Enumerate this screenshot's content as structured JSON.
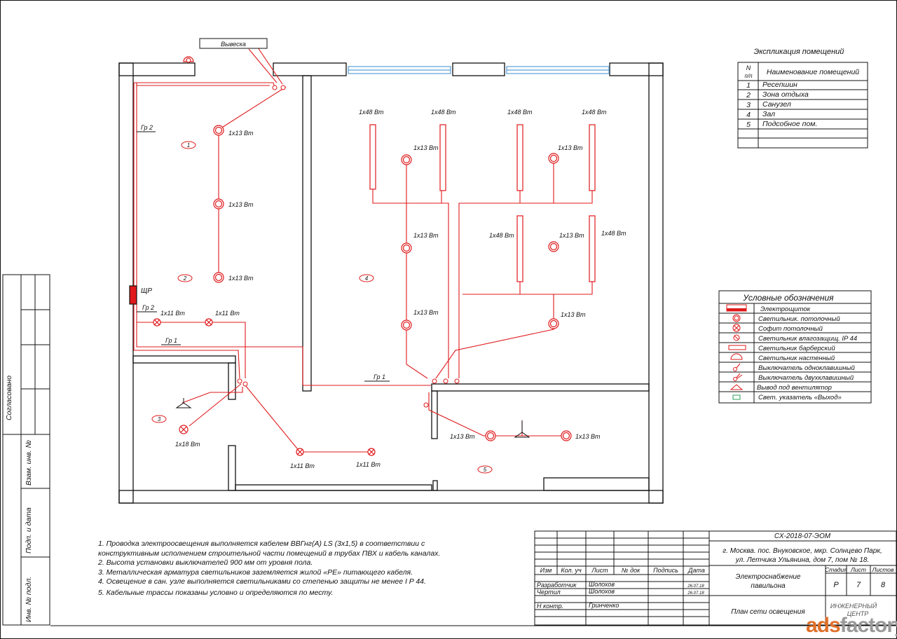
{
  "plan": {
    "signage_label": "Вывеска",
    "panel_label": "ЩР",
    "rooms": [
      "1",
      "2",
      "3",
      "4",
      "5"
    ],
    "groups": {
      "g1": "Гр 1",
      "g2": "Гр 2"
    },
    "fixtures": {
      "w13": "1x13 Вт",
      "w48": "1x48 Вт",
      "w11": "1x11 Вт",
      "w18": "1x18 Вт"
    }
  },
  "explication": {
    "title": "Экспликация помещений",
    "col_n": "N",
    "col_n2": "п/п",
    "col_name": "Наименование помещений",
    "rows": [
      {
        "n": "1",
        "name": "Ресепшин"
      },
      {
        "n": "2",
        "name": "Зона отдыха"
      },
      {
        "n": "3",
        "name": "Санузел"
      },
      {
        "n": "4",
        "name": "Зал"
      },
      {
        "n": "5",
        "name": "Подсобное пом."
      }
    ]
  },
  "legend": {
    "title": "Условные обозначения",
    "items": [
      "Электрощиток",
      "Светильник. потолочный",
      "Софит потолочный",
      "Светильник влагозащищ. IP 44",
      "Светильник барберский",
      "Светильник настенный",
      "Выключатель одноклавишный",
      "Выключатель двухклавишный",
      "Вывод под вентилятор",
      "Свет. указатель «Выход»"
    ]
  },
  "notes": [
    "1. Проводка электроосвещения выполняется кабелем ВВГнг(А) LS (3х1,5) в соответствии с",
    "конструктивным исполнением строительной части помещений в трубах ПВХ и кабель каналах.",
    "2. Высота установки выключателей 900 мм от уровня пола.",
    "3. Металлическая арматура светильников заземляется жилой «PE» питающего кабеля.",
    "4. Освещение в сан. узле выполняется светильниками со степенью защиты не менее I P 44.",
    "5. Кабельные трассы показаны условно и определяются по месту."
  ],
  "side_stamp": {
    "agreed": "Согласовано",
    "replace_inv": "Взам. инв. №",
    "sign_date": "Подп. и дата",
    "inv_orig": "Инв. № подл."
  },
  "title_block": {
    "code": "СХ-2018-07-ЭОМ",
    "address1": "г. Москва. пос. Внуковское, мкр. Солнцево Парк,",
    "address2": "ул. Летчика Ульянина, дом 7, пом № 18.",
    "headers": {
      "izm": "Изм",
      "kol": "Кол. уч",
      "list": "Лист",
      "ndok": "№ док",
      "podpis": "Подпись",
      "data": "Дата"
    },
    "roles": [
      {
        "role": "Разработчик",
        "name": "Шолохов",
        "date": "26.07.18"
      },
      {
        "role": "Чертил",
        "name": "Шолохов",
        "date": "26.07.18"
      },
      {
        "role": "Н контр.",
        "name": "Гринченко",
        "date": ""
      }
    ],
    "project1": "Электроснабжение",
    "project2": "павильона",
    "stage_h": "Стадия",
    "sheet_h": "Лист",
    "sheets_h": "Листов",
    "stage": "Р",
    "sheet": "7",
    "sheets": "8",
    "drawing": "План сети освещения",
    "company1": "ИНЖЕНЕРНЫЙ",
    "company2": "ЦЕНТР"
  },
  "watermark": {
    "ads": "ads",
    "factory": "factory"
  },
  "colors": {
    "wire": "#e0191b",
    "window": "#5aa0d8",
    "exit": "#2aa05a",
    "line": "#111111"
  }
}
